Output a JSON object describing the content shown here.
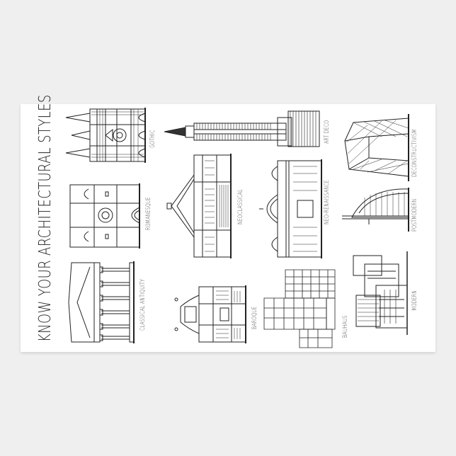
{
  "title": "KNOW YOUR ARCHITECTURAL STYLES",
  "styles": [
    {
      "id": "gothic",
      "label": "GOTHIC"
    },
    {
      "id": "art-deco",
      "label": "ART DECO"
    },
    {
      "id": "deconstructivism",
      "label": "DECONSTRUCTIVISM"
    },
    {
      "id": "romanesque",
      "label": "ROMANESQUE"
    },
    {
      "id": "neoclassical",
      "label": "NEOCLASSICAL"
    },
    {
      "id": "neo-renaissance",
      "label": "NEO-RENAISSANCE"
    },
    {
      "id": "postmodern",
      "label": "POSTMODERN"
    },
    {
      "id": "classical-antiquity",
      "label": "CLASSICAL ANTIQUITY"
    },
    {
      "id": "baroque",
      "label": "BAROQUE"
    },
    {
      "id": "bauhaus",
      "label": "BAUHAUS"
    },
    {
      "id": "modern",
      "label": "MODERN"
    }
  ],
  "colors": {
    "background": "#efefef",
    "sticker": "#ffffff",
    "ink": "#222222"
  }
}
